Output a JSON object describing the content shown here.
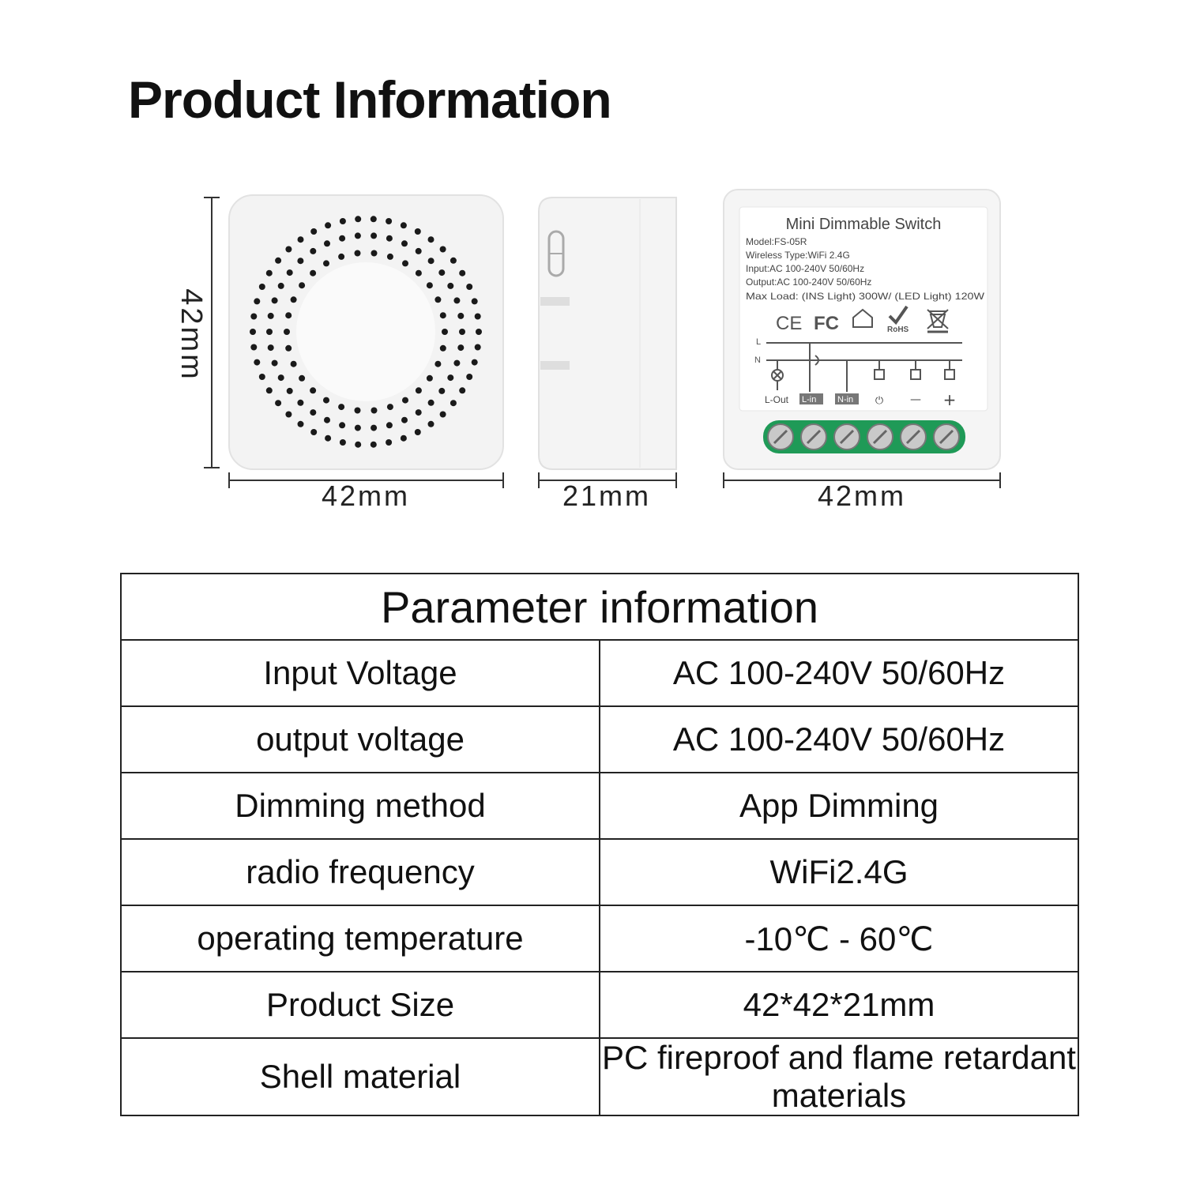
{
  "page_title": "Product Information",
  "dimensions": {
    "front_height": "42mm",
    "front_width": "42mm",
    "side_width": "21mm",
    "back_width": "42mm"
  },
  "back_label": {
    "title": "Mini Dimmable Switch",
    "lines": [
      "Model:FS-05R",
      "Wireless Type:WiFi 2.4G",
      "Input:AC 100-240V 50/60Hz",
      "Output:AC 100-240V 50/60Hz",
      "Max Load: (INS Light) 300W/ (LED Light) 120W"
    ],
    "cert_ce": "CE",
    "cert_fc": "FC",
    "cert_rohs": "RoHS",
    "wire_l": "L",
    "wire_n": "N",
    "term_lout": "L-Out",
    "term_lin": "L-in",
    "term_nin": "N-in",
    "term_power": "⏻",
    "term_minus": "—",
    "term_plus": "+"
  },
  "table": {
    "heading": "Parameter information",
    "rows": [
      {
        "label": "Input Voltage",
        "value": "AC 100-240V  50/60Hz"
      },
      {
        "label": "output voltage",
        "value": "AC 100-240V  50/60Hz"
      },
      {
        "label": "Dimming method",
        "value": "App Dimming"
      },
      {
        "label": "radio frequency",
        "value": "WiFi2.4G"
      },
      {
        "label": "operating temperature",
        "value": "-10℃ - 60℃"
      },
      {
        "label": "Product Size",
        "value": "42*42*21mm"
      },
      {
        "label": "Shell material",
        "value": "PC fireproof and flame retardant materials"
      }
    ]
  }
}
